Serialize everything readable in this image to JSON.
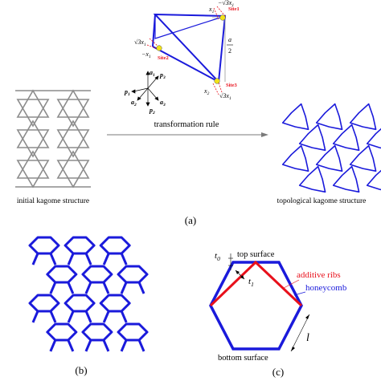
{
  "panel_a": {
    "label": "(a)",
    "left_caption": "initial kagome structure",
    "right_caption": "topological kagome structure",
    "arrow_label": "transformation rule",
    "sites": [
      "Site1",
      "Site2",
      "Site3"
    ],
    "dims": {
      "x1_top": "x",
      "x1_top_sub": "1",
      "sqrt3x1_top": "−√3x",
      "sqrt3x1_top_sub": "1",
      "sqrt3x1_left": "√3x",
      "sqrt3x1_left_sub": "1",
      "minus_x1_left": "−x",
      "minus_x1_left_sub": "1",
      "x2": "x",
      "x2_sub": "2",
      "sqrt3x1_bottom": "√3x",
      "sqrt3x1_bottom_sub": "1",
      "a_over_2_num": "a",
      "a_over_2_den": "2"
    },
    "axes": {
      "a1": "a",
      "a1_sub": "1",
      "p3": "p",
      "p3_sub": "3",
      "p1": "p",
      "p1_sub": "1",
      "a2": "a",
      "a2_sub": "2",
      "a3": "a",
      "a3_sub": "3",
      "p2": "p",
      "p2_sub": "2"
    }
  },
  "panel_b": {
    "label": "(b)"
  },
  "panel_c": {
    "label": "(c)",
    "top_surface": "top surface",
    "bottom_surface": "bottom surface",
    "additive_ribs": "additive ribs",
    "honeycomb": "honeycomb",
    "t0": "t",
    "t0_sub": "0",
    "t1": "t",
    "t1_sub": "1",
    "l": "l"
  },
  "colors": {
    "kagome_gray": "#8c8c8c",
    "blue": "#1a1adb",
    "red": "#e8101b",
    "site_yellow": "#f2e21a"
  }
}
